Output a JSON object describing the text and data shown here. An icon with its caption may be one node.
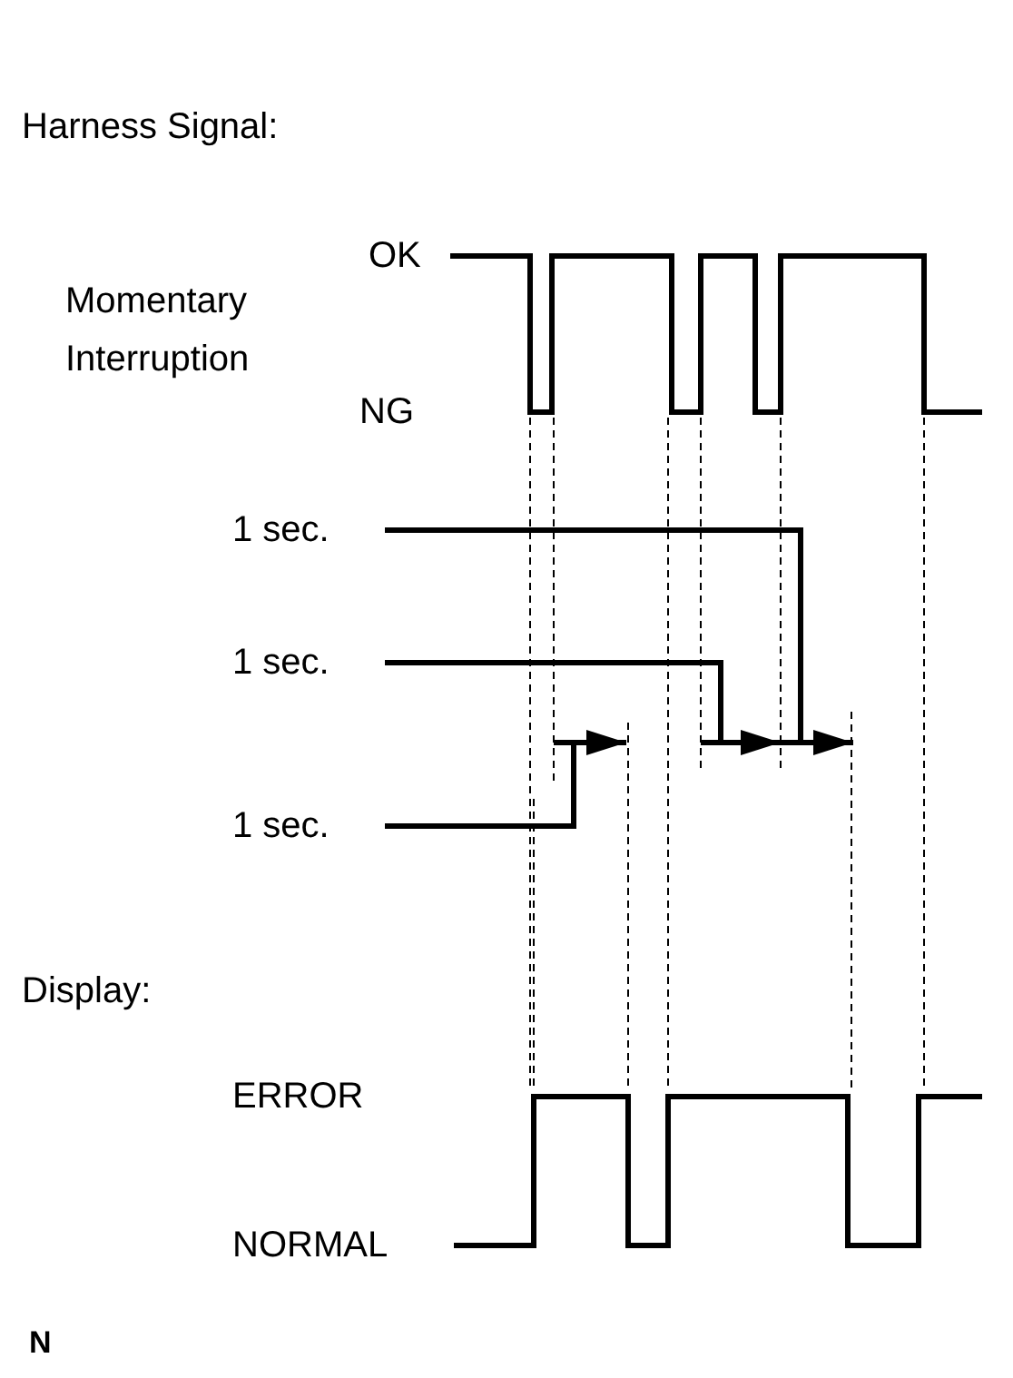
{
  "diagram": {
    "nodes": [
      {
        "text": [
          "1 sec."
        ]
      },
      {
        "text": [
          "1 sec."
        ]
      },
      {
        "text": [
          "1 sec."
        ]
      }
    ],
    "edges": [
      {
        "from": 0,
        "to": null,
        "arrow": "to"
      },
      {
        "from": 1,
        "to": null,
        "arrow": "to"
      },
      {
        "from": 2,
        "to": null,
        "arrow": "to"
      }
    ],
    "labels": [
      "Harness Signal:",
      "OK",
      "Momentary Interruption",
      "NG",
      "Display:",
      "ERROR",
      "NORMAL",
      "N"
    ]
  }
}
